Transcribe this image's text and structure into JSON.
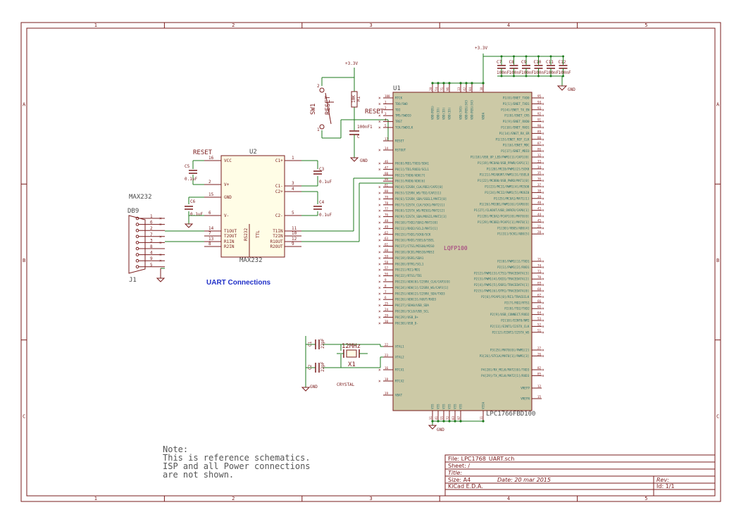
{
  "border": {
    "cols": [
      "1",
      "2",
      "3",
      "4",
      "5"
    ],
    "rows": [
      "A",
      "B",
      "C"
    ]
  },
  "power": {
    "v33_a": "+3.3V",
    "v33_b": "+3.3V",
    "gnd": "GND"
  },
  "caps_top": [
    {
      "ref": "C7",
      "val": "100nF"
    },
    {
      "ref": "C8",
      "val": "100nF"
    },
    {
      "ref": "C9",
      "val": "100nF"
    },
    {
      "ref": "C10",
      "val": "100nF"
    },
    {
      "ref": "C11",
      "val": "100nF"
    },
    {
      "ref": "C12",
      "val": "100nF"
    }
  ],
  "reset_ckt": {
    "sw_ref": "SW1",
    "sw_val": "RESET",
    "r_ref": "R1",
    "r_val": "10K",
    "c_ref": "C",
    "c_val": "100nF1",
    "net": "RESET",
    "pin1": "1",
    "pin2": "2"
  },
  "u2": {
    "ref": "U2",
    "name": "MAX232",
    "net_reset": "RESET",
    "left_pins": [
      {
        "num": "16",
        "name": "VCC"
      },
      {
        "num": "2",
        "name": "V+"
      },
      {
        "num": "15",
        "name": "GND"
      },
      {
        "num": "6",
        "name": "V-"
      },
      {
        "num": "14",
        "name": "T1OUT"
      },
      {
        "num": "7",
        "name": "T2OUT"
      },
      {
        "num": "13",
        "name": "R1IN"
      },
      {
        "num": "8",
        "name": "R2IN"
      }
    ],
    "right_pins": [
      {
        "num": "1",
        "name": "C1+"
      },
      {
        "num": "3",
        "name": "C1-"
      },
      {
        "num": "4",
        "name": "C2+"
      },
      {
        "num": "5",
        "name": "C2-"
      },
      {
        "num": "11",
        "name": "T1IN"
      },
      {
        "num": "10",
        "name": "T2IN"
      },
      {
        "num": "12",
        "name": "R1OUT"
      },
      {
        "num": "9",
        "name": "R2OUT"
      }
    ],
    "ttl": "TTL",
    "rs232": "RS232"
  },
  "caps_u2": [
    {
      "ref": "C5",
      "val": "0.1uF"
    },
    {
      "ref": "C6",
      "val": "0.1uF"
    },
    {
      "ref": "C3",
      "val": "0.1uF"
    },
    {
      "ref": "C4",
      "val": "0.1uF"
    }
  ],
  "db9": {
    "title": "MAX232",
    "ref": "DB9",
    "ref2": "J1",
    "pins": [
      "1",
      "6",
      "2",
      "7",
      "3",
      "8",
      "4",
      "9",
      "5"
    ]
  },
  "uart_label": "UART Connections",
  "crystal": {
    "c1": "C1",
    "c1v": "22pF",
    "c2": "C2",
    "c2v": "22pF",
    "freq": "12MHz",
    "ref": "X1",
    "label": "CRYSTAL",
    "gnd": "GND"
  },
  "u1": {
    "ref": "U1",
    "pkg": "LQFP100",
    "part": "LPC1766FBD100",
    "left_pins": [
      {
        "num": "100",
        "name": "RTCK"
      },
      {
        "num": "1",
        "name": "TDO/SWO"
      },
      {
        "num": "2",
        "name": "TDI"
      },
      {
        "num": "3",
        "name": "TMS/SWDIO"
      },
      {
        "num": "4",
        "name": "TRST"
      },
      {
        "num": "5",
        "name": "TCK/SWDCLK"
      },
      {
        "num": "17",
        "name": "RESET"
      },
      {
        "num": "14",
        "name": "RSTOUT"
      },
      {
        "num": "46",
        "name": "P0[0]/RD1/TXD3/SDA1"
      },
      {
        "num": "47",
        "name": "P0[1]/TD1/RXD3/SCL1"
      },
      {
        "num": "98",
        "name": "P0[2]/TXD0/AD0[7]"
      },
      {
        "num": "99",
        "name": "P0[3]/RXD0/AD0[6]"
      },
      {
        "num": "81",
        "name": "P0[4]/I2SRX_CLK/RD2/CAP2[0]"
      },
      {
        "num": "80",
        "name": "P0[5]/I2SRX_WS/TD2/CAP2[1]"
      },
      {
        "num": "79",
        "name": "P0[6]/I2SRX_SDA/SSEL1/MAT2[0]"
      },
      {
        "num": "78",
        "name": "P0[7]/I2STX_CLK/SCK1/MAT2[1]"
      },
      {
        "num": "77",
        "name": "P0[8]/I2STX_WS/MISO1/MAT2[2]"
      },
      {
        "num": "76",
        "name": "P0[9]/I2STX_SDA/MOSI1/MAT2[3]"
      },
      {
        "num": "48",
        "name": "P0[10]/TXD2/SDA2/MAT3[0]"
      },
      {
        "num": "49",
        "name": "P0[11]/RXD2/SCL2/MAT3[1]"
      },
      {
        "num": "62",
        "name": "P0[15]/TXD1/SCK0/SCK"
      },
      {
        "num": "63",
        "name": "P0[16]/RXD1/SSEL0/SSEL"
      },
      {
        "num": "61",
        "name": "P0[17]/CTS1/MISO0/MISO"
      },
      {
        "num": "60",
        "name": "P0[18]/DCD1/MOSI0/MOSI"
      },
      {
        "num": "59",
        "name": "P0[19]/DSR1/SDA1"
      },
      {
        "num": "58",
        "name": "P0[20]/DTR1/SCL1"
      },
      {
        "num": "57",
        "name": "P0[21]/RI1/RD1"
      },
      {
        "num": "56",
        "name": "P0[22]/RTS1/TD1"
      },
      {
        "num": "9",
        "name": "P0[23]/AD0[0]/I2SRX_CLK/CAP3[0]"
      },
      {
        "num": "8",
        "name": "P0[24]/AD0[1]/I2SRX_WS/CAP3[1]"
      },
      {
        "num": "7",
        "name": "P0[25]/AD0[2]/I2SRX_SDA/TXD3"
      },
      {
        "num": "6",
        "name": "P0[26]/AD0[3]/AOUT/RXD3"
      },
      {
        "num": "25",
        "name": "P0[27]/SDA0/USB_SDA"
      },
      {
        "num": "24",
        "name": "P0[28]/SCL0/USB_SCL"
      },
      {
        "num": "29",
        "name": "P0[29]/USB_D+"
      },
      {
        "num": "30",
        "name": "P0[30]/USB_D-"
      },
      {
        "num": "22",
        "name": "XTAL1"
      },
      {
        "num": "23",
        "name": "XTAL2"
      },
      {
        "num": "16",
        "name": "RTCX1"
      },
      {
        "num": "18",
        "name": "RTCX2"
      },
      {
        "num": "19",
        "name": "VBAT"
      }
    ],
    "right_pins": [
      {
        "num": "95",
        "name": "P1[0]/ENET_TXD0"
      },
      {
        "num": "94",
        "name": "P1[1]/ENET_TXD1"
      },
      {
        "num": "93",
        "name": "P1[4]/ENET_TX_EN"
      },
      {
        "num": "92",
        "name": "P1[8]/ENET_CRS"
      },
      {
        "num": "91",
        "name": "P1[9]/ENET_RXD0"
      },
      {
        "num": "90",
        "name": "P1[10]/ENET_RXD1"
      },
      {
        "num": "89",
        "name": "P1[14]/ENET_RX_ER"
      },
      {
        "num": "88",
        "name": "P1[15]/ENET_REF_CLK"
      },
      {
        "num": "87",
        "name": "P1[16]/ENET_MDC"
      },
      {
        "num": "86",
        "name": "P1[17]/ENET_MDIO"
      },
      {
        "num": "32",
        "name": "P1[18]/USB_UP_LED/PWM1[1]/CAP1[0]"
      },
      {
        "num": "33",
        "name": "P1[19]/MCOA0/USB_PPWR/CAP1[1]"
      },
      {
        "num": "34",
        "name": "P1[20]/MCI0/PWM1[2]/SCK0"
      },
      {
        "num": "35",
        "name": "P1[21]/MCABORT/PWM1[3]/SSEL0"
      },
      {
        "num": "36",
        "name": "P1[22]/MCOB0/USB_PWRD/MAT1[0]"
      },
      {
        "num": "37",
        "name": "P1[23]/MCI1/PWM1[4]/MISO0"
      },
      {
        "num": "38",
        "name": "P1[24]/MCI2/PWM1[5]/MOSI0"
      },
      {
        "num": "39",
        "name": "P1[25]/MCOA1/MAT1[1]"
      },
      {
        "num": "40",
        "name": "P1[26]/MCOB1/PWM1[6]/CAP0[0]"
      },
      {
        "num": "43",
        "name": "P1[27]/CLKOUT/USB_OVRCR/CAP0[1]"
      },
      {
        "num": "44",
        "name": "P1[28]/MCOA2/PCAP1[0]/MAT0[0]"
      },
      {
        "num": "45",
        "name": "P1[29]/MCOB2/PCAP1[1]/MAT0[1]"
      },
      {
        "num": "21",
        "name": "P1[30]/VBUS/AD0[4]"
      },
      {
        "num": "20",
        "name": "P1[31]/SCK1/AD0[5]"
      },
      {
        "num": "75",
        "name": "P2[0]/PWM1[1]/TXD1"
      },
      {
        "num": "74",
        "name": "P2[1]/PWM1[2]/RXD1"
      },
      {
        "num": "73",
        "name": "P2[2]/PWM1[3]/CTS1/TRACEDATA[3]"
      },
      {
        "num": "70",
        "name": "P2[3]/PWM1[4]/DCD1/TRACEDATA[2]"
      },
      {
        "num": "69",
        "name": "P2[4]/PWM1[5]/DSR1/TRACEDATA[1]"
      },
      {
        "num": "68",
        "name": "P2[5]/PWM1[6]/DTR1/TRACEDATA[0]"
      },
      {
        "num": "67",
        "name": "P2[6]/PCAP1[0]/RI1/TRACECLK"
      },
      {
        "num": "66",
        "name": "P2[7]/RD2/RTS1"
      },
      {
        "num": "65",
        "name": "P2[8]/TD2/TXD2"
      },
      {
        "num": "64",
        "name": "P2[9]/USB_CONNECT/RXD2"
      },
      {
        "num": "53",
        "name": "P2[10]/EINT0/NMI"
      },
      {
        "num": "52",
        "name": "P2[11]/EINT1/I2STX_CLK"
      },
      {
        "num": "51",
        "name": "P2[12]/EINT2/I2STX_WS"
      },
      {
        "num": "27",
        "name": "P3[25]/MAT0[0]/PWM1[2]"
      },
      {
        "num": "26",
        "name": "P3[26]/STCLK/MAT0[1]/PWM1[3]"
      },
      {
        "num": "82",
        "name": "P4[28]/RX_MCLK/MAT2[0]/TXD3"
      },
      {
        "num": "85",
        "name": "P4[29]/TX_MCLK/MAT2[1]/RXD3"
      },
      {
        "num": "12",
        "name": "VREFP"
      },
      {
        "num": "15",
        "name": "VREFN"
      }
    ],
    "top_pins": [
      {
        "num": "28",
        "name": "VDD(REG)"
      },
      {
        "num": "54",
        "name": "VDD(IO)"
      },
      {
        "num": "71",
        "name": "VDD(IO)"
      },
      {
        "num": "96",
        "name": "VDD(IO)"
      },
      {
        "num": "13",
        "name": "VDD(3V3)"
      },
      {
        "num": "42",
        "name": "VDD(REG)3V3"
      },
      {
        "num": "84",
        "name": "VDD(REG)3V3"
      },
      {
        "num": "10",
        "name": "VDDA"
      }
    ],
    "bottom_pins": [
      {
        "num": "31",
        "name": "VSS"
      },
      {
        "num": "41",
        "name": "VSS"
      },
      {
        "num": "55",
        "name": "VSS"
      },
      {
        "num": "72",
        "name": "VSS"
      },
      {
        "num": "83",
        "name": "VSS"
      },
      {
        "num": "97",
        "name": "VSS"
      },
      {
        "num": "11",
        "name": "VSSA"
      }
    ],
    "gnd": "GND"
  },
  "note": {
    "l1": "Note:",
    "l2": "This is reference schematics.",
    "l3": "ISP and all Power connections",
    "l4": "are not shown."
  },
  "title_block": {
    "file": "File: LPC1768_UART.sch",
    "sheet": "Sheet: /",
    "title": "Title:",
    "size": "Size: A4",
    "date": "Date: 20 mar 2015",
    "rev": "Rev:",
    "app": "KiCad E.D.A.",
    "id": "Id: 1/1"
  }
}
